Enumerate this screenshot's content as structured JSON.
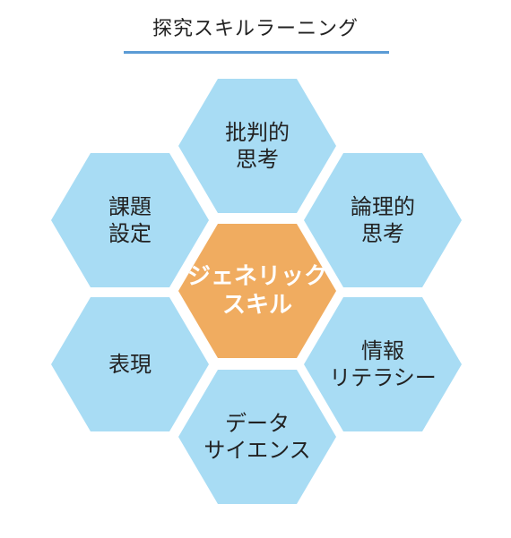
{
  "title": "探究スキルラーニング",
  "colors": {
    "title_rule": "#5b9bd5",
    "outer_hex": "#a8dcf4",
    "center_hex": "#f0ac60",
    "outer_text": "#222222",
    "center_text": "#ffffff"
  },
  "center": {
    "lines": [
      "ジェネリック",
      "スキル"
    ]
  },
  "hexagons": [
    {
      "id": "critical-thinking",
      "lines": [
        "批判的",
        "思考"
      ]
    },
    {
      "id": "logical-thinking",
      "lines": [
        "論理的",
        "思考"
      ]
    },
    {
      "id": "information-literacy",
      "lines": [
        "情報",
        "リテラシー"
      ]
    },
    {
      "id": "data-science",
      "lines": [
        "データ",
        "サイエンス"
      ]
    },
    {
      "id": "expression",
      "lines": [
        "表現"
      ]
    },
    {
      "id": "problem-setting",
      "lines": [
        "課題",
        "設定"
      ]
    }
  ]
}
